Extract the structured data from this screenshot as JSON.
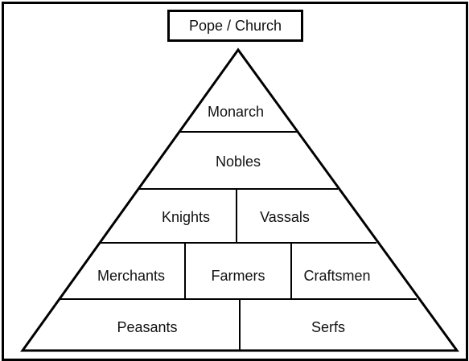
{
  "apex": {
    "label": "Pope / Church"
  },
  "pyramid": {
    "levels": [
      {
        "cells": [
          "Monarch"
        ]
      },
      {
        "cells": [
          "Nobles"
        ]
      },
      {
        "cells": [
          "Knights",
          "Vassals"
        ]
      },
      {
        "cells": [
          "Merchants",
          "Farmers",
          "Craftsmen"
        ]
      },
      {
        "cells": [
          "Peasants",
          "Serfs"
        ]
      }
    ]
  },
  "colors": {
    "line": "#000000",
    "text": "#111111",
    "background": "#ffffff"
  }
}
